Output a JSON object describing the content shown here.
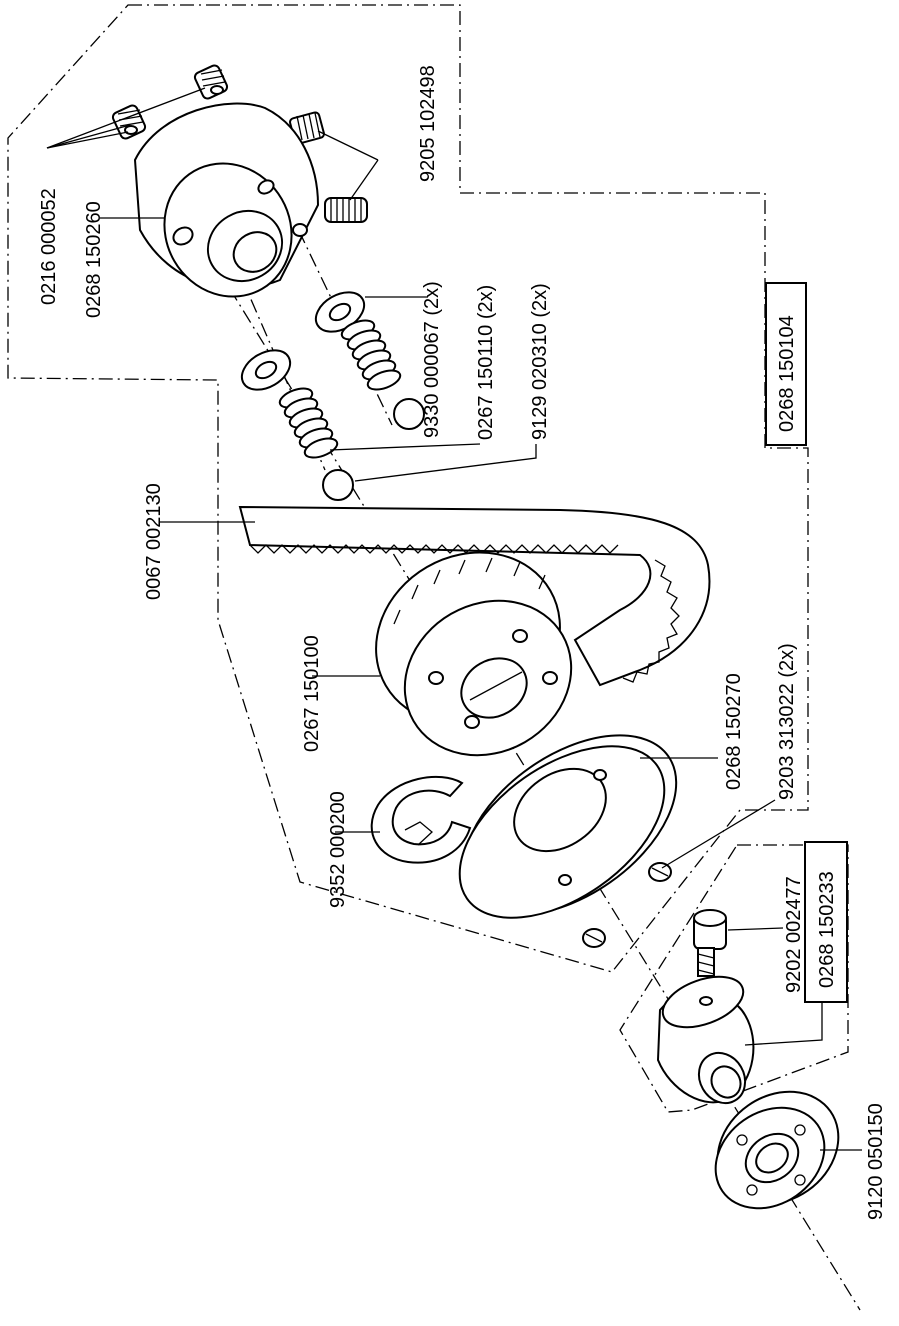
{
  "labels": {
    "set_screw": "0216 000052",
    "clutch_housing": "0268 150260",
    "grub_screw": "9205 102498",
    "assembly_main": "0268 150104",
    "washer": "9330 000067  (2x)",
    "spring": "0267 150110  (2x)",
    "ball": "9129 020310  (2x)",
    "timing_belt": "0067 002130",
    "pulley": "0267 150100",
    "flange": "0268 150270",
    "flange_screw": "9203 313022  (2x)",
    "retaining_ring": "9352 000200",
    "cap_screw": "9202 002477",
    "assembly_hub": "0268 150233",
    "bearing": "9120 050150"
  }
}
